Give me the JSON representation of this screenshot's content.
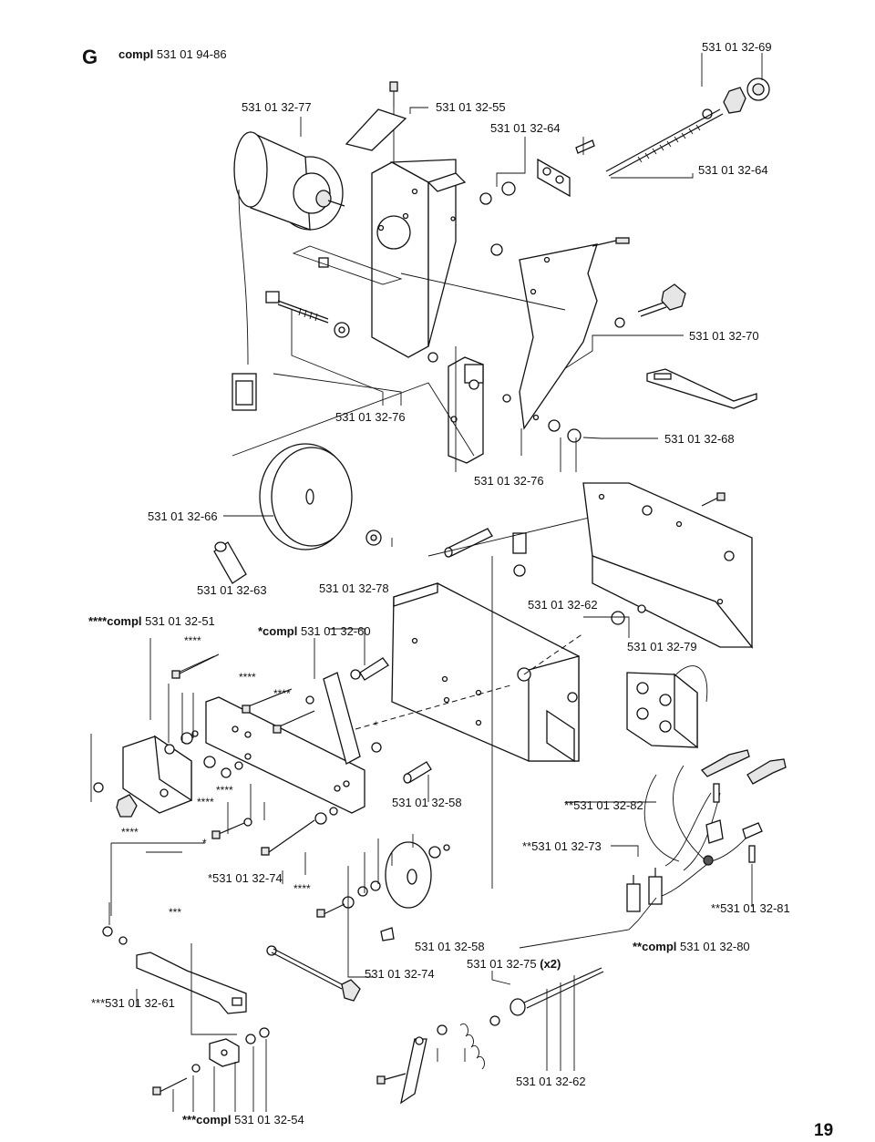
{
  "section": {
    "letter": "G",
    "assembly": "compl",
    "assembly_number": "531 01 94-86"
  },
  "page_number": "19",
  "labels": {
    "l_69": "531 01 32-69",
    "l_77": "531 01 32-77",
    "l_55": "531 01 32-55",
    "l_64a": "531 01 32-64",
    "l_64b": "531 01 32-64",
    "l_70": "531 01 32-70",
    "l_76a": "531 01 32-76",
    "l_68": "531 01 32-68",
    "l_76b": "531 01 32-76",
    "l_66": "531 01 32-66",
    "l_63": "531 01 32-63",
    "l_78": "531 01 32-78",
    "l_62a": "531 01 32-62",
    "l_51_prefix": "****compl",
    "l_51_num": "531 01 32-51",
    "l_60_prefix": "*compl",
    "l_60_num": "531 01 32-60",
    "l_79": "531 01 32-79",
    "l_58a": "531 01 32-58",
    "l_82": "**531 01 32-82",
    "l_73": "**531 01 32-73",
    "l_74a": "*531 01 32-74",
    "l_81": "**531 01 32-81",
    "l_58b": "531 01 32-58",
    "l_80_prefix": "**compl",
    "l_80_num": "531 01 32-80",
    "l_75_num": "531 01 32-75",
    "l_75_qty": "(x2)",
    "l_74b": "531 01 32-74",
    "l_61": "***531 01 32-61",
    "l_62b": "531 01 32-62",
    "l_54_prefix": "***compl",
    "l_54_num": "531 01 32-54"
  },
  "markers": {
    "m1": "****",
    "m2": "****",
    "m3": "****",
    "m4": "*",
    "m5": "****",
    "m6": "****",
    "m7": "****",
    "m8": "*",
    "m9": "****",
    "m10": "***"
  }
}
